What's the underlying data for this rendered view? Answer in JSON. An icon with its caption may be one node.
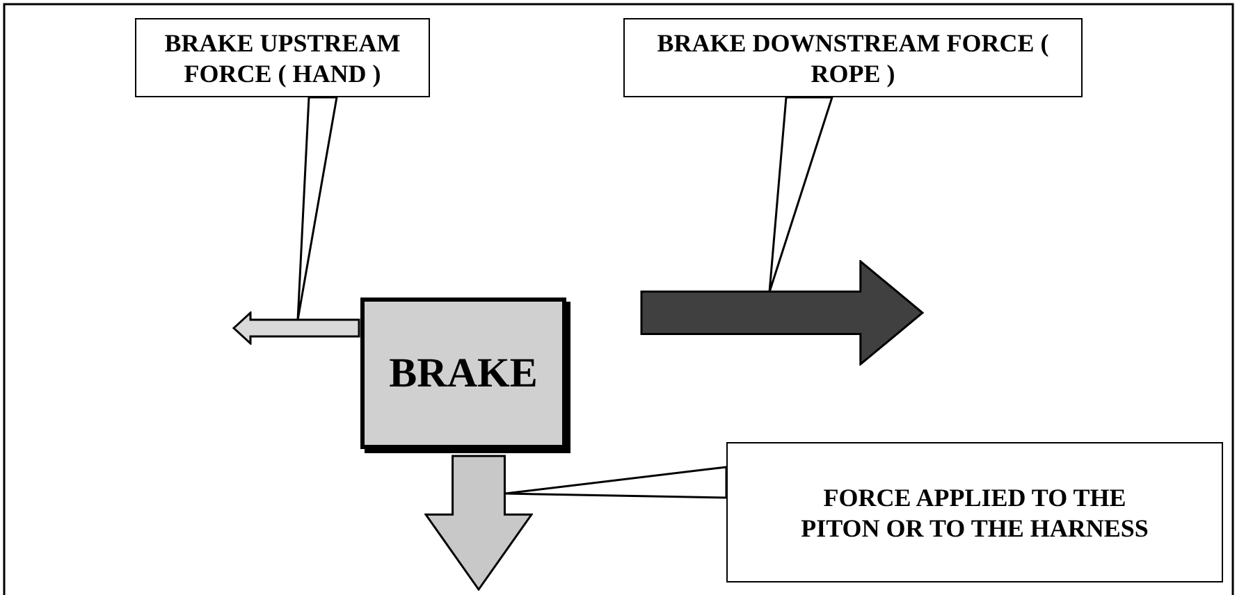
{
  "diagram": {
    "nodes": [
      {
        "text": [
          "BRAKE UPSTREAM FORCE ( HAND )"
        ]
      },
      {
        "text": [
          "BRAKE DOWNSTREAM FORCE ( ROPE )"
        ]
      },
      {
        "text": [
          "BRAKE"
        ]
      },
      {
        "text": [
          "FORCE APPLIED TO THE PITON OR TO THE HARNESS"
        ]
      },
      {
        "text": [],
        "shape": "arrow"
      },
      {
        "text": [],
        "shape": "arrow"
      },
      {
        "text": [],
        "shape": "arrow"
      }
    ],
    "edges": [
      {
        "from": 0,
        "to": 4,
        "arrow": "none"
      },
      {
        "from": 1,
        "to": 5,
        "arrow": "none"
      },
      {
        "from": 3,
        "to": 6,
        "arrow": "none"
      }
    ]
  }
}
